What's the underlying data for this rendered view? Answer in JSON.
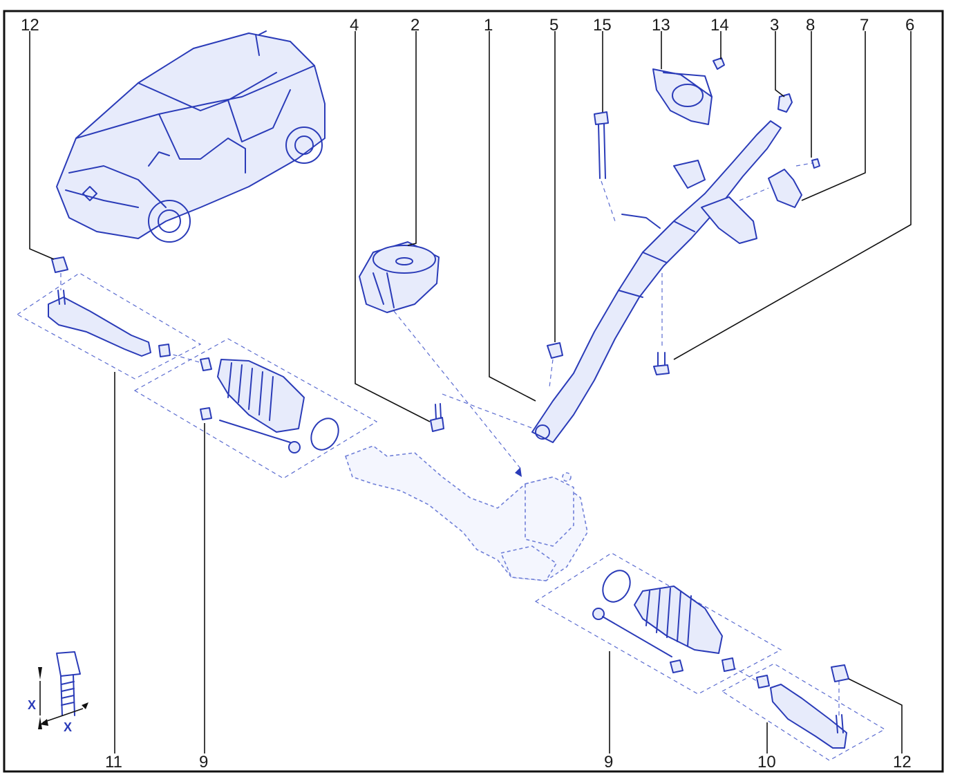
{
  "callouts": {
    "c1": "1",
    "c2": "2",
    "c3": "3",
    "c4": "4",
    "c5": "5",
    "c6": "6",
    "c7": "7",
    "c8": "8",
    "c9_left": "9",
    "c9_right": "9",
    "c10": "10",
    "c11": "11",
    "c12_top": "12",
    "c12_bottom": "12",
    "c13": "13",
    "c14": "14",
    "c15": "15"
  },
  "detail": {
    "dim_x_vertical": "X",
    "dim_x_horizontal": "X"
  },
  "colors": {
    "line_art": "#2a3bb8",
    "frame": "#111111",
    "background": "#ffffff"
  }
}
